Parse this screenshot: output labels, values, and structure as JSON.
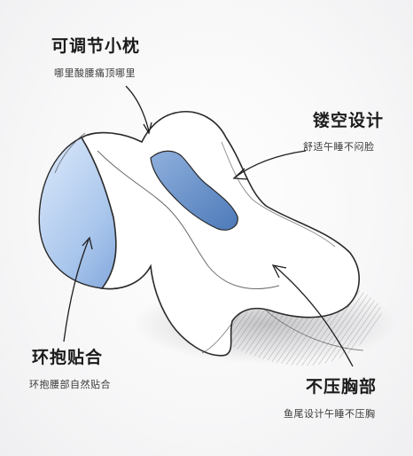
{
  "callouts": [
    {
      "title": "可调节小枕",
      "subtitle": "哪里酸腰痛顶哪里"
    },
    {
      "title": "镂空设计",
      "subtitle": "舒适午睡不闷脸"
    },
    {
      "title": "环抱贴合",
      "subtitle": "环抱腰部自然贴合"
    },
    {
      "title": "不压胸部",
      "subtitle": "鱼尾设计午睡不压胸"
    }
  ],
  "colors": {
    "accent_blue": "#6f98d4",
    "cushion_white": "#ffffff",
    "sketch_line": "#2a2a2a",
    "text_dark": "#1b1b1b"
  },
  "icons": [
    "pillow-illustration",
    "arrow-icon"
  ]
}
